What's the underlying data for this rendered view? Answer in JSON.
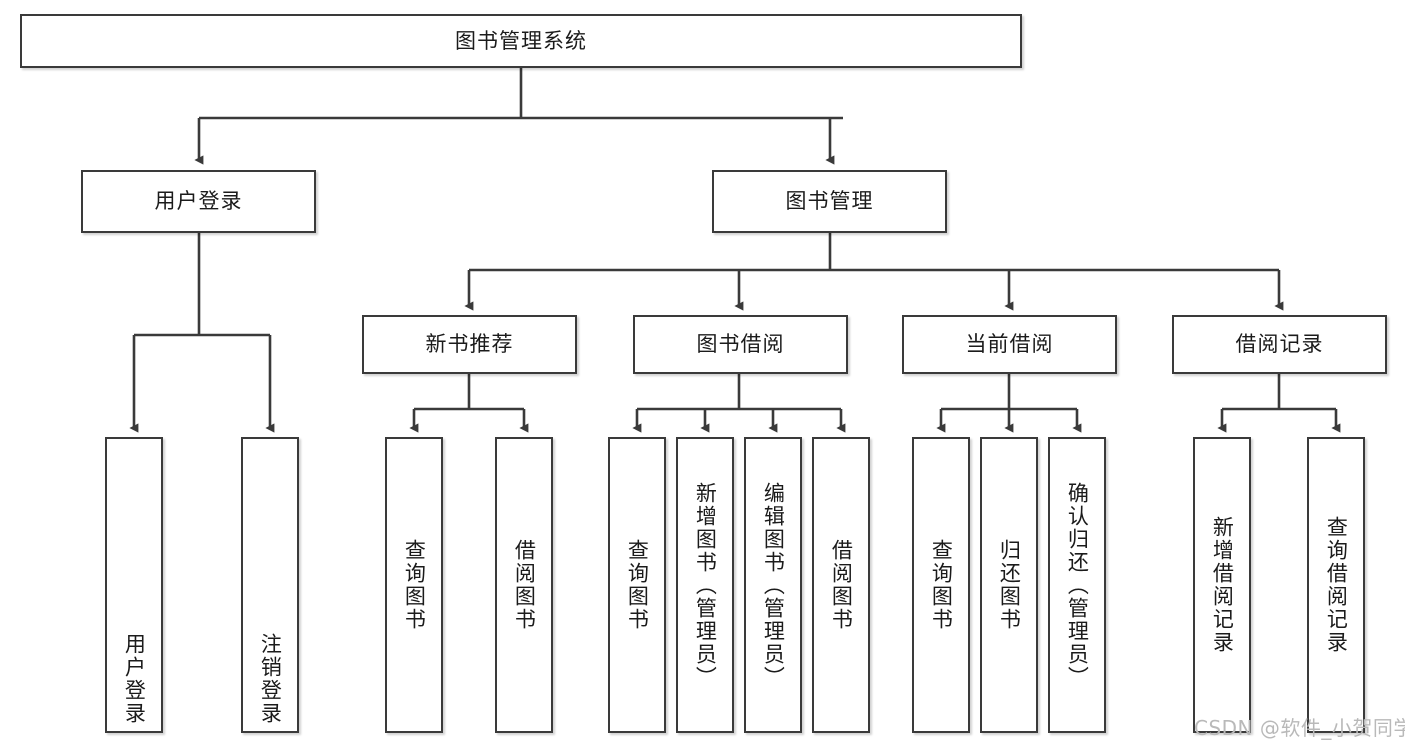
{
  "diagram": {
    "title": "图书管理系统",
    "root": {
      "label": "图书管理系统"
    },
    "level1": [
      {
        "label": "用户登录"
      },
      {
        "label": "图书管理"
      }
    ],
    "level2": [
      {
        "label": "新书推荐"
      },
      {
        "label": "图书借阅"
      },
      {
        "label": "当前借阅"
      },
      {
        "label": "借阅记录"
      }
    ],
    "leaves": {
      "user_login": [
        {
          "label": "用户登录"
        },
        {
          "label": "注销登录"
        }
      ],
      "new_book_recommend": [
        {
          "label": "查询图书"
        },
        {
          "label": "借阅图书"
        }
      ],
      "book_borrow": [
        {
          "label": "查询图书"
        },
        {
          "label": "新增图书（管理员）"
        },
        {
          "label": "编辑图书（管理员）"
        },
        {
          "label": "借阅图书"
        }
      ],
      "current_borrow": [
        {
          "label": "查询图书"
        },
        {
          "label": "归还图书"
        },
        {
          "label": "确认归还（管理员）"
        }
      ],
      "borrow_record": [
        {
          "label": "新增借阅记录"
        },
        {
          "label": "查询借阅记录"
        }
      ]
    },
    "watermark": "CSDN @软件_小贺同学",
    "colors": {
      "stroke": "#3a3a3a",
      "background": "#ffffff",
      "text": "#1b1b1b",
      "watermark": "#b9b9b9"
    }
  }
}
